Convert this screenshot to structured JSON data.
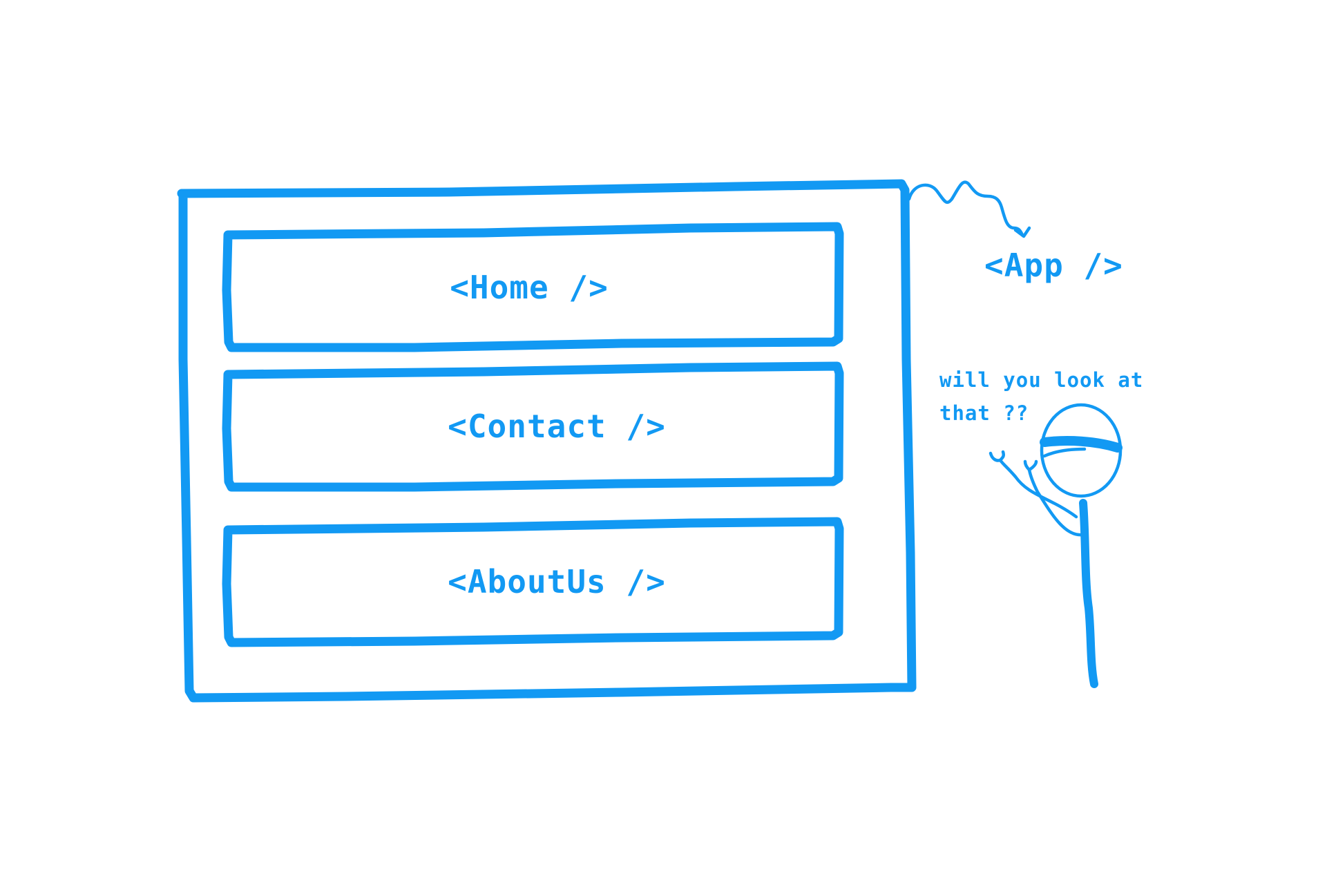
{
  "colors": {
    "accent": "#1299f3",
    "background": "#ffffff"
  },
  "app": {
    "label": "<App />"
  },
  "children": [
    {
      "label": "<Home />"
    },
    {
      "label": "<Contact />"
    },
    {
      "label": "<AboutUs />"
    }
  ],
  "speech": {
    "line1": "will you look at",
    "line2": "that ??"
  }
}
